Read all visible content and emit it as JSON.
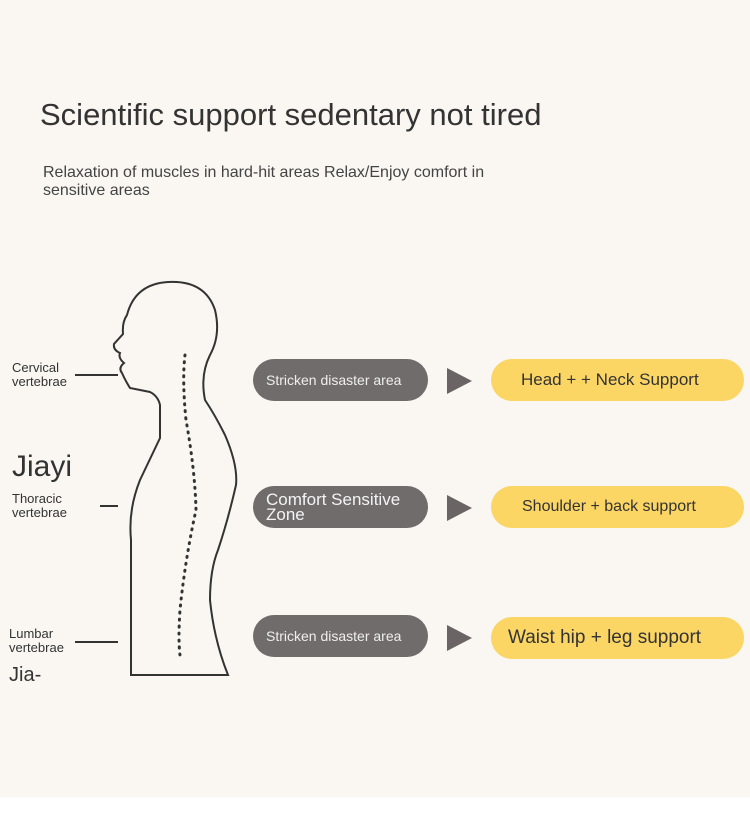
{
  "title": "Scientific support sedentary not tired",
  "subtitle": "Relaxation of muscles in hard-hit areas Relax/Enjoy comfort in sensitive areas",
  "labels": {
    "cervical": "Cervical vertebrae",
    "thoracic": "Thoracic vertebrae",
    "lumbar": "Lumbar vertebrae",
    "overlay1": "Jiayi",
    "overlay2": "Jia-"
  },
  "rows": [
    {
      "area": "Stricken disaster area",
      "support": "Head + + Neck Support"
    },
    {
      "area": "Comfort Sensitive Zone",
      "support": "Shoulder + back support"
    },
    {
      "area": "Stricken disaster area",
      "support": "Waist hip + leg support"
    }
  ],
  "colors": {
    "gray_pill": "#716c6c",
    "yellow_pill": "#fbd665",
    "background": "#faf7f2"
  }
}
